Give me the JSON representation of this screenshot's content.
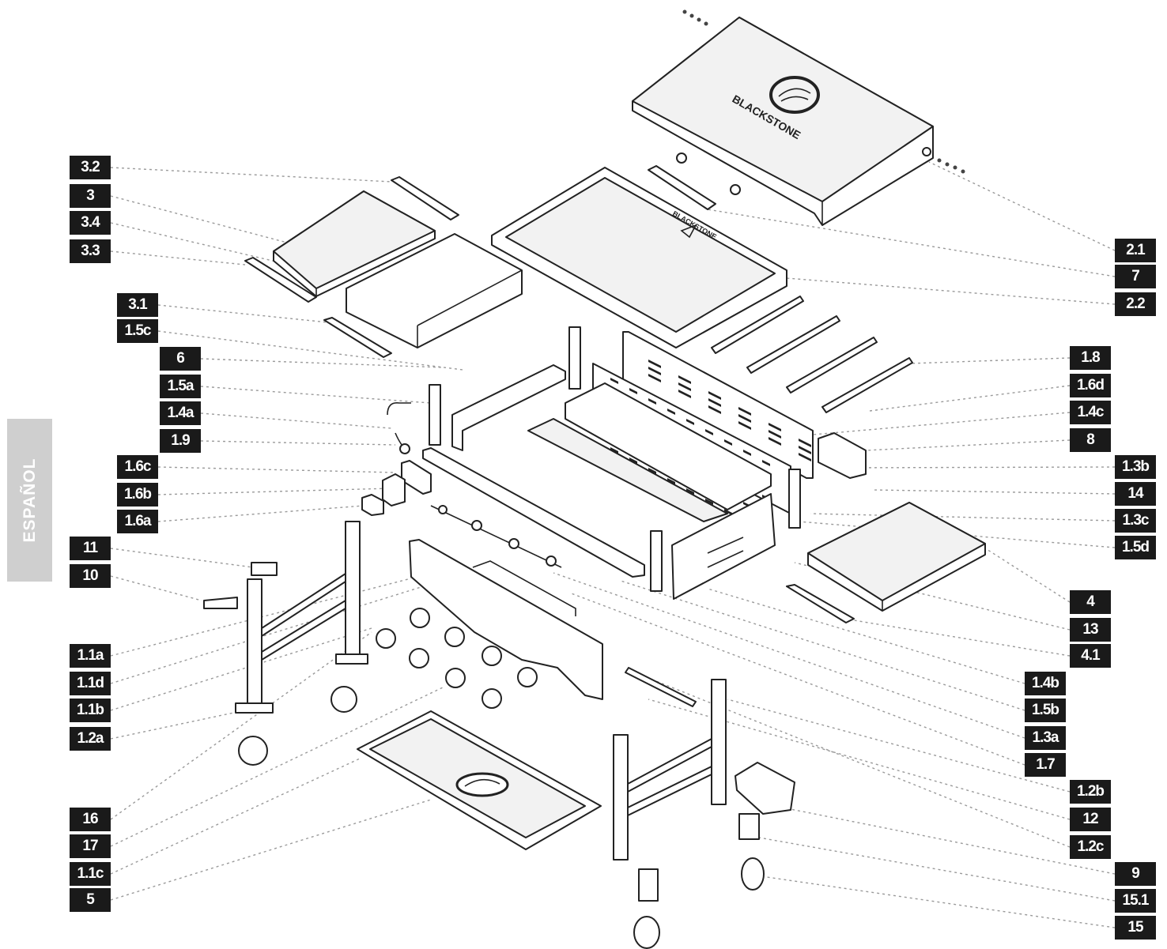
{
  "side_tab": "ESPAÑOL",
  "lid_brand": "BLACKSTONE",
  "griddle_brand": "BLACKSTONE",
  "labels_left": [
    "3.2",
    "3",
    "3.4",
    "3.3",
    "3.1",
    "1.5c",
    "6",
    "1.5a",
    "1.4a",
    "1.9",
    "1.6c",
    "1.6b",
    "1.6a",
    "11",
    "10",
    "1.1a",
    "1.1d",
    "1.1b",
    "1.2a",
    "16",
    "17",
    "1.1c",
    "5"
  ],
  "labels_right": [
    "2.1",
    "7",
    "2.2",
    "1.8",
    "1.6d",
    "1.4c",
    "8",
    "1.3b",
    "14",
    "1.3c",
    "1.5d",
    "4",
    "13",
    "4.1",
    "1.4b",
    "1.5b",
    "1.3a",
    "1.7",
    "1.2b",
    "12",
    "1.2c",
    "9",
    "15.1",
    "15"
  ]
}
